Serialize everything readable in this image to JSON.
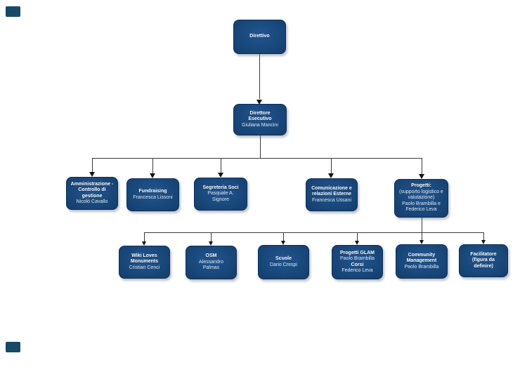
{
  "theme": {
    "background": "#ffffff",
    "box_fill": "#1a4a7e",
    "box_fill_highlight": "#215691",
    "box_border": "#0d3058",
    "line_color": "#3a3a3a",
    "title_text_color": "#ffffff",
    "person_text_color": "#dfe7f2",
    "corner_marker_color": "#174a66"
  },
  "nodes": {
    "direttivo": {
      "title": "Direttivo"
    },
    "direttore": {
      "title": "Direttore Esecutivo",
      "person": "Giuliana Mancini"
    },
    "amministrazione": {
      "title": "Amministrazione - Controllo di gestione",
      "person": "Nicolò Cavallo"
    },
    "fundraising": {
      "title": "Fundraising",
      "person": "Francesca Lissoni"
    },
    "segreteria": {
      "title": "Segreteria Soci",
      "person": "Pasquale A. Signore"
    },
    "comunicazione": {
      "title": "Comunicazione e relazioni Esterne",
      "person": "Francesca Ussani"
    },
    "progetti": {
      "title": "Progetti:",
      "subtitle": "(supporto logistico e valutazione)",
      "person": "Paolo Brambilla e Federico Leva"
    },
    "wiki_loves_monuments": {
      "title": "Wiki Loves Monuments",
      "person": "Cristian Cenci"
    },
    "osm": {
      "title": "OSM",
      "person": "Alessandro Palmas"
    },
    "scuole": {
      "title": "Scuole",
      "person": "Dario Crespi"
    },
    "progetti_glam": {
      "title": "Progetti GLAM",
      "person": "Paolo Brambilla",
      "title2": "Corsi",
      "person2": "Federico Leva"
    },
    "community_management": {
      "title": "Community Management",
      "person": "Paolo Brambilla"
    },
    "facilitatore": {
      "title": "Facilitatore (figura da definire)"
    }
  }
}
